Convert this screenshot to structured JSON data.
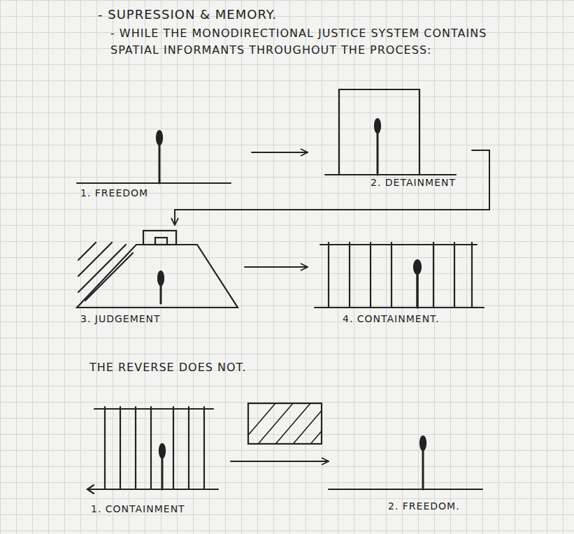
{
  "diagram": {
    "title": "- SUPRESSION & MEMORY.",
    "nodes": [
      {
        "text": [
          "1. FREEDOM"
        ]
      },
      {
        "text": [
          "2. DETAINMENT"
        ]
      },
      {
        "text": [
          "3. JUDGEMENT"
        ]
      },
      {
        "text": [
          "4. CONTAINMENT."
        ]
      },
      {
        "text": [
          "1. CONTAINMENT"
        ]
      },
      {
        "text": [
          "2. FREEDOM."
        ]
      }
    ],
    "edges": [
      {
        "from": 0,
        "to": 1,
        "arrow": "to"
      },
      {
        "from": 1,
        "to": 2,
        "arrow": "to"
      },
      {
        "from": 2,
        "to": 3,
        "arrow": "to"
      },
      {
        "from": 4,
        "to": 5,
        "arrow": "to"
      }
    ],
    "labels": [
      "- WHILE THE MONODIRECTIONAL JUSTICE SYSTEM CONTAINS SPATIAL INFORMANTS THROUGHOUT THE PROCESS:",
      "THE REVERSE DOES NOT."
    ]
  }
}
